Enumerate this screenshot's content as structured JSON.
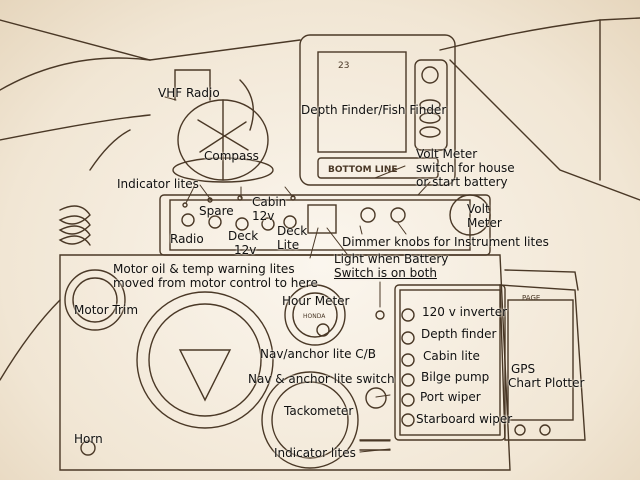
{
  "labels": {
    "vhf_radio": "VHF Radio",
    "depth_finder": "Depth Finder/Fish Finder",
    "compass": "Compass",
    "volt_meter_switch": [
      "Volt Meter",
      "switch for house",
      "or start battery"
    ],
    "indicator_lites_top": "Indicator lites",
    "spare": "Spare",
    "cabin_12v": [
      "Cabin",
      "12v"
    ],
    "volt_meter": [
      "Volt",
      "Meter"
    ],
    "radio": "Radio",
    "deck_12v": [
      "Deck",
      "12v"
    ],
    "deck_lite": [
      "Deck",
      "Lite"
    ],
    "dimmer_knobs": "Dimmer knobs for Instrument lites",
    "motor_oil": [
      "Motor oil & temp warning lites",
      "moved from motor control to here"
    ],
    "light_battery": [
      "Light when Battery",
      "Switch is on both"
    ],
    "hour_meter": "Hour Meter",
    "motor_trim": "Motor Trim",
    "inverter": "120 v inverter",
    "depth_finder_sw": "Depth finder",
    "cabin_lite": "Cabin lite",
    "bilge_pump": "Bilge pump",
    "port_wiper": "Port wiper",
    "starboard_wiper": "Starboard wiper",
    "gps": [
      "GPS",
      "Chart Plotter"
    ],
    "nav_anchor_cb": "Nav/anchor lite C/B",
    "nav_anchor_switch": "Nav & anchor lite switch",
    "tackometer": "Tackometer",
    "horn": "Horn",
    "indicator_lites_bottom": "Indicator lites"
  },
  "device_text": {
    "depth_reading": "23",
    "depth_brand": "BOTTOM LINE",
    "gauge_brand": "HONDA",
    "plotter_brand": "PAGE"
  },
  "colors": {
    "ink": "#3a2a1a",
    "paper": "#f4ecdf"
  }
}
